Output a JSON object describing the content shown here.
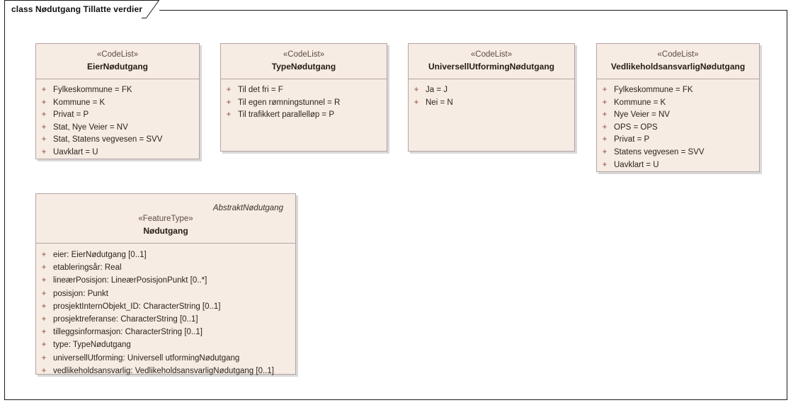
{
  "diagram": {
    "kind_label": "class",
    "title": "class Nødutgang Tillatte verdier",
    "accent_border": "#b3a3a3",
    "fill": "#f7ece3",
    "visibility_color": "#8b4a3a",
    "text_color": "#2c231f"
  },
  "classes": [
    {
      "id": "eier",
      "stereotype": "«CodeList»",
      "name": "EierNødutgang",
      "abstract_tag": "",
      "attributes": [
        {
          "visibility": "+",
          "text": "Fylkeskommune = FK"
        },
        {
          "visibility": "+",
          "text": "Kommune = K"
        },
        {
          "visibility": "+",
          "text": "Privat = P"
        },
        {
          "visibility": "+",
          "text": "Stat, Nye Veier = NV"
        },
        {
          "visibility": "+",
          "text": "Stat, Statens vegvesen = SVV"
        },
        {
          "visibility": "+",
          "text": "Uavklart = U"
        }
      ]
    },
    {
      "id": "type",
      "stereotype": "«CodeList»",
      "name": "TypeNødutgang",
      "abstract_tag": "",
      "attributes": [
        {
          "visibility": "+",
          "text": "Til det fri = F"
        },
        {
          "visibility": "+",
          "text": "Til egen rømningstunnel = R"
        },
        {
          "visibility": "+",
          "text": "Til trafikkert parallelløp = P"
        }
      ]
    },
    {
      "id": "universell",
      "stereotype": "«CodeList»",
      "name": "UniversellUtformingNødutgang",
      "abstract_tag": "",
      "attributes": [
        {
          "visibility": "+",
          "text": "Ja = J"
        },
        {
          "visibility": "+",
          "text": "Nei = N"
        }
      ]
    },
    {
      "id": "vedlikehold",
      "stereotype": "«CodeList»",
      "name": "VedlikeholdsansvarligNødutgang",
      "abstract_tag": "",
      "attributes": [
        {
          "visibility": "+",
          "text": "Fylkeskommune = FK"
        },
        {
          "visibility": "+",
          "text": "Kommune = K"
        },
        {
          "visibility": "+",
          "text": "Nye Veier = NV"
        },
        {
          "visibility": "+",
          "text": "OPS = OPS"
        },
        {
          "visibility": "+",
          "text": "Privat = P"
        },
        {
          "visibility": "+",
          "text": "Statens vegvesen = SVV"
        },
        {
          "visibility": "+",
          "text": "Uavklart = U"
        }
      ]
    },
    {
      "id": "nodutgang",
      "stereotype": "«FeatureType»",
      "name": "Nødutgang",
      "abstract_tag": "AbstraktNødutgang",
      "attributes": [
        {
          "visibility": "+",
          "text": "eier: EierNødutgang [0..1]"
        },
        {
          "visibility": "+",
          "text": "etableringsår: Real"
        },
        {
          "visibility": "+",
          "text": "lineærPosisjon: LineærPosisjonPunkt [0..*]"
        },
        {
          "visibility": "+",
          "text": "posisjon: Punkt"
        },
        {
          "visibility": "+",
          "text": "prosjektInternObjekt_ID: CharacterString [0..1]"
        },
        {
          "visibility": "+",
          "text": "prosjektreferanse: CharacterString [0..1]"
        },
        {
          "visibility": "+",
          "text": "tilleggsinformasjon: CharacterString [0..1]"
        },
        {
          "visibility": "+",
          "text": "type: TypeNødutgang"
        },
        {
          "visibility": "+",
          "text": "universellUtforming: Universell utformingNødutgang"
        },
        {
          "visibility": "+",
          "text": "vedlikeholdsansvarlig: VedlikeholdsansvarligNødutgang [0..1]"
        }
      ]
    }
  ]
}
